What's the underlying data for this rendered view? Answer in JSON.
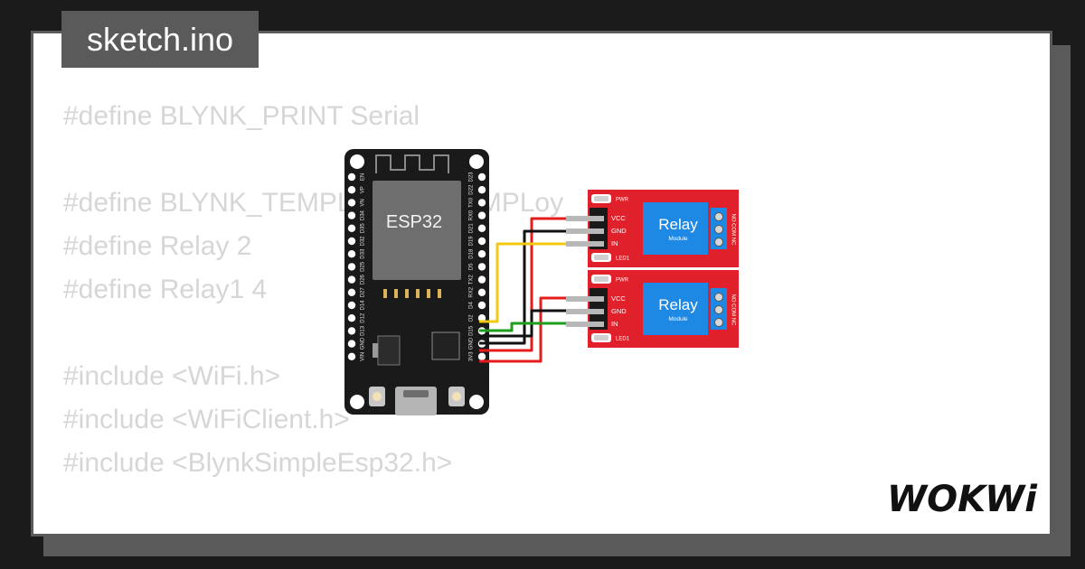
{
  "window": {
    "title": "sketch.ino"
  },
  "code": {
    "lines": [
      "#define BLYNK_PRINT Serial",
      "",
      "#define BLYNK_TEMPLATE_ID \"TMPLoy",
      "#define Relay 2",
      "#define Relay1 4",
      "",
      "#include <WiFi.h>",
      "#include <WiFiClient.h>",
      "#include <BlynkSimpleEsp32.h>"
    ]
  },
  "esp32": {
    "chip_label": "ESP32",
    "left_pins": [
      "EN",
      "VP",
      "VN",
      "D34",
      "D35",
      "D32",
      "D33",
      "D25",
      "D26",
      "D27",
      "D14",
      "D12",
      "D13",
      "GND",
      "VIN"
    ],
    "right_pins": [
      "D23",
      "D22",
      "TX0",
      "RX0",
      "D21",
      "D19",
      "D18",
      "D5",
      "TX2",
      "RX2",
      "D4",
      "D2",
      "D15",
      "GND",
      "3V3"
    ]
  },
  "relays": [
    {
      "title": "Relay",
      "subtitle": "Module",
      "pwr_label": "PWR",
      "led_label": "LED1",
      "pins": [
        "VCC",
        "GND",
        "IN"
      ],
      "terminals": "NO COM NC"
    },
    {
      "title": "Relay",
      "subtitle": "Module",
      "pwr_label": "PWR",
      "led_label": "LED1",
      "pins": [
        "VCC",
        "GND",
        "IN"
      ],
      "terminals": "NO COM NC"
    }
  ],
  "colors": {
    "board": "#1a1a1a",
    "relay_pcb": "#e0202a",
    "relay_body": "#1e88e5",
    "wire_vcc": "#e51c1c",
    "wire_gnd": "#111111",
    "wire_sig1": "#f2c811",
    "wire_sig2": "#1e9e1e"
  },
  "brand": {
    "name": "WOKWi"
  }
}
